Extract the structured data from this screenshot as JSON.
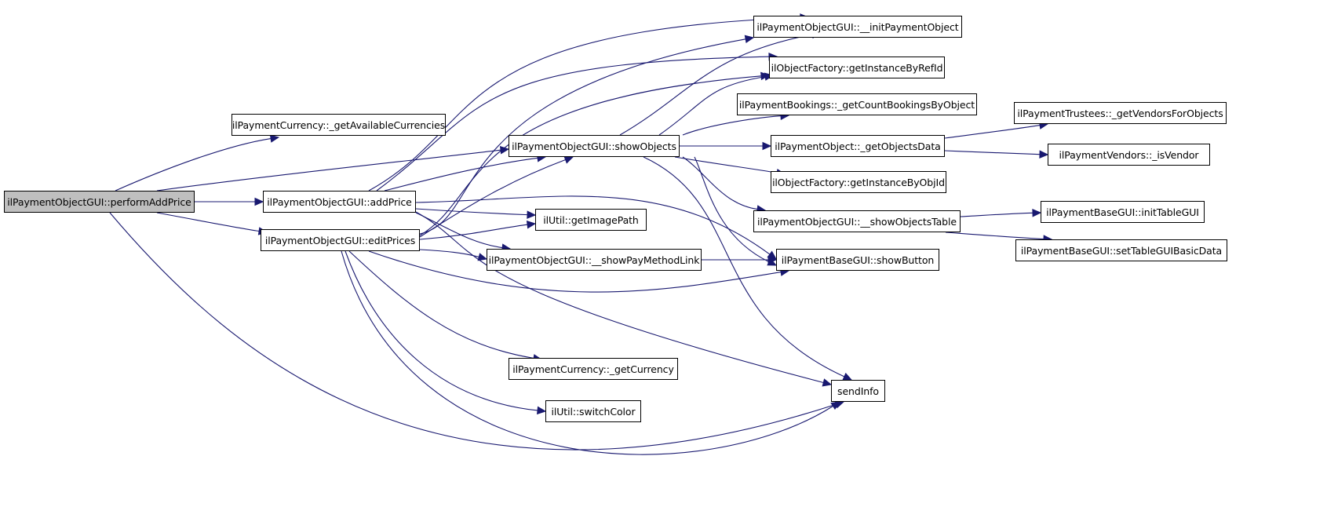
{
  "diagram": {
    "type": "call-graph",
    "colors": {
      "edge": "#191970",
      "root_fill": "#bfbfbf",
      "node_fill": "#ffffff",
      "node_border": "#000000"
    },
    "root": "performAddPrice",
    "nodes": {
      "performAddPrice": "ilPaymentObjectGUI::performAddPrice",
      "getAvailableCurrencies": "ilPaymentCurrency::_getAvailableCurrencies",
      "addPrice": "ilPaymentObjectGUI::addPrice",
      "editPrices": "ilPaymentObjectGUI::editPrices",
      "showObjects": "ilPaymentObjectGUI::showObjects",
      "getImagePath": "ilUtil::getImagePath",
      "showPayMethodLink": "ilPaymentObjectGUI::__showPayMethodLink",
      "getCurrency": "ilPaymentCurrency::_getCurrency",
      "switchColor": "ilUtil::switchColor",
      "initPaymentObject": "ilPaymentObjectGUI::__initPaymentObject",
      "getInstanceByRefId": "ilObjectFactory::getInstanceByRefId",
      "getCountBookingsByObject": "ilPaymentBookings::_getCountBookingsByObject",
      "getObjectsData": "ilPaymentObject::_getObjectsData",
      "getInstanceByObjId": "ilObjectFactory::getInstanceByObjId",
      "showObjectsTable": "ilPaymentObjectGUI::__showObjectsTable",
      "showButton": "ilPaymentBaseGUI::showButton",
      "sendInfo": "sendInfo",
      "getVendorsForObjects": "ilPaymentTrustees::_getVendorsForObjects",
      "isVendor": "ilPaymentVendors::_isVendor",
      "initTableGUI": "ilPaymentBaseGUI::initTableGUI",
      "setTableGUIBasicData": "ilPaymentBaseGUI::setTableGUIBasicData"
    },
    "edges": [
      [
        "performAddPrice",
        "getAvailableCurrencies"
      ],
      [
        "performAddPrice",
        "showObjects"
      ],
      [
        "performAddPrice",
        "addPrice"
      ],
      [
        "performAddPrice",
        "editPrices"
      ],
      [
        "performAddPrice",
        "sendInfo"
      ],
      [
        "addPrice",
        "initPaymentObject"
      ],
      [
        "addPrice",
        "getInstanceByRefId"
      ],
      [
        "addPrice",
        "showObjects"
      ],
      [
        "addPrice",
        "getImagePath"
      ],
      [
        "addPrice",
        "showPayMethodLink"
      ],
      [
        "addPrice",
        "showButton"
      ],
      [
        "addPrice",
        "sendInfo"
      ],
      [
        "editPrices",
        "initPaymentObject"
      ],
      [
        "editPrices",
        "getInstanceByRefId"
      ],
      [
        "editPrices",
        "showObjects"
      ],
      [
        "editPrices",
        "getImagePath"
      ],
      [
        "editPrices",
        "showPayMethodLink"
      ],
      [
        "editPrices",
        "showButton"
      ],
      [
        "editPrices",
        "getCurrency"
      ],
      [
        "editPrices",
        "switchColor"
      ],
      [
        "editPrices",
        "sendInfo"
      ],
      [
        "showObjects",
        "initPaymentObject"
      ],
      [
        "showObjects",
        "getInstanceByRefId"
      ],
      [
        "showObjects",
        "getCountBookingsByObject"
      ],
      [
        "showObjects",
        "getObjectsData"
      ],
      [
        "showObjects",
        "getInstanceByObjId"
      ],
      [
        "showObjects",
        "showObjectsTable"
      ],
      [
        "showObjects",
        "showButton"
      ],
      [
        "showObjects",
        "sendInfo"
      ],
      [
        "showPayMethodLink",
        "showButton"
      ],
      [
        "getObjectsData",
        "getVendorsForObjects"
      ],
      [
        "getObjectsData",
        "isVendor"
      ],
      [
        "showObjectsTable",
        "initTableGUI"
      ],
      [
        "showObjectsTable",
        "setTableGUIBasicData"
      ]
    ]
  }
}
